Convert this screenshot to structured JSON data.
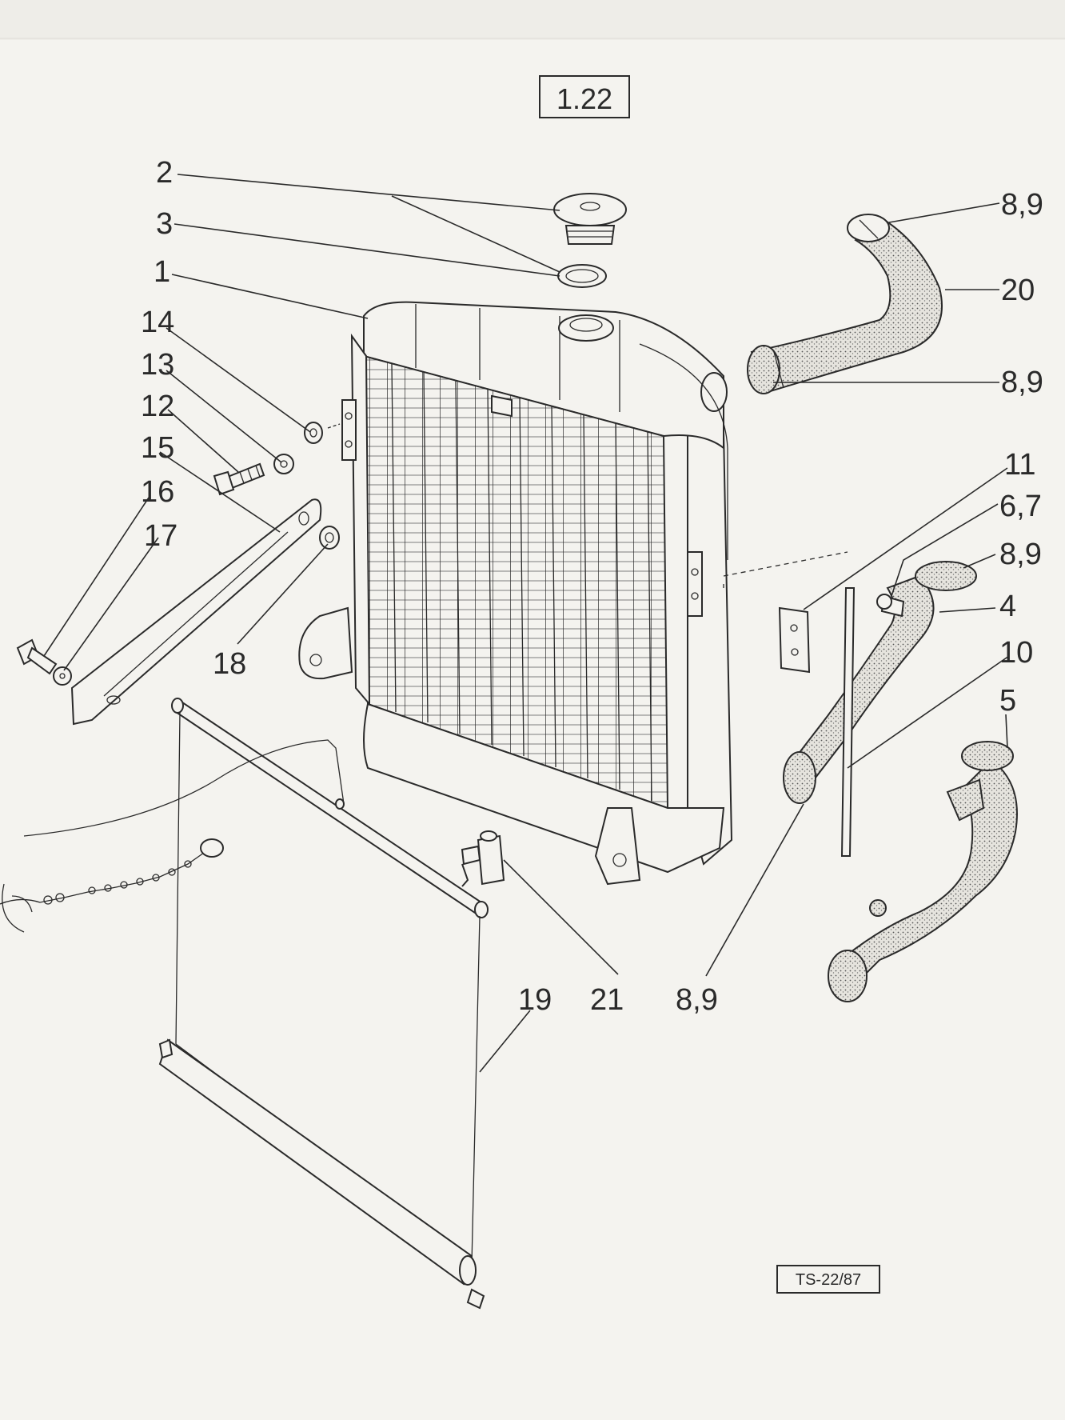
{
  "figure_number": "1.22",
  "drawing_code": "TS-22/87",
  "callouts": {
    "c1": "1",
    "c2": "2",
    "c3": "3",
    "c4": "4",
    "c5": "5",
    "c67": "6,7",
    "c89a": "8,9",
    "c89b": "8,9",
    "c89c": "8,9",
    "c89d": "8,9",
    "c10": "10",
    "c11": "11",
    "c12": "12",
    "c13": "13",
    "c14": "14",
    "c15": "15",
    "c16": "16",
    "c17": "17",
    "c18": "18",
    "c19": "19",
    "c20": "20",
    "c21": "21"
  }
}
